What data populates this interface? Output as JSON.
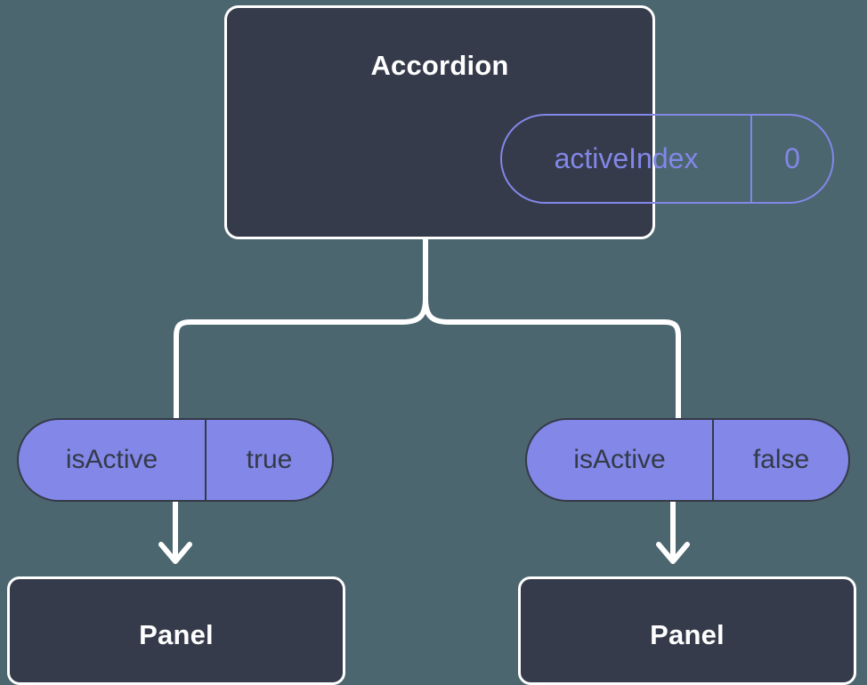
{
  "diagram": {
    "title_semantic": "accordion-component-state-flow",
    "background_color": "#4b666e",
    "node_fill": "#353b4a",
    "node_stroke": "#ffffff",
    "accent_color": "#8287e8",
    "pill_text_color": "#343a48",
    "connector_color": "#ffffff"
  },
  "root": {
    "label": "Accordion",
    "state": {
      "key": "activeIndex",
      "value": "0"
    }
  },
  "branches": [
    {
      "side": "left",
      "prop": {
        "key": "isActive",
        "value": "true"
      },
      "child": {
        "label": "Panel"
      }
    },
    {
      "side": "right",
      "prop": {
        "key": "isActive",
        "value": "false"
      },
      "child": {
        "label": "Panel"
      }
    }
  ]
}
